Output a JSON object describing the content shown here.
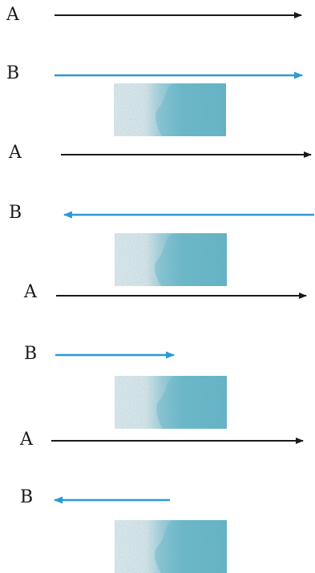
{
  "colors": {
    "arrow_a": "#1a1a1a",
    "arrow_b": "#2a9bd6",
    "patch_light": "#f2f4f4",
    "patch_blue": "#5fb6c8"
  },
  "panels": [
    {
      "label_a": "A",
      "label_b": "B",
      "b_direction": "right",
      "b_length": "long"
    },
    {
      "label_a": "A",
      "label_b": "B",
      "b_direction": "left",
      "b_length": "long"
    },
    {
      "label_a": "A",
      "label_b": "B",
      "b_direction": "right",
      "b_length": "short"
    },
    {
      "label_a": "A",
      "label_b": "B",
      "b_direction": "left",
      "b_length": "short"
    }
  ]
}
